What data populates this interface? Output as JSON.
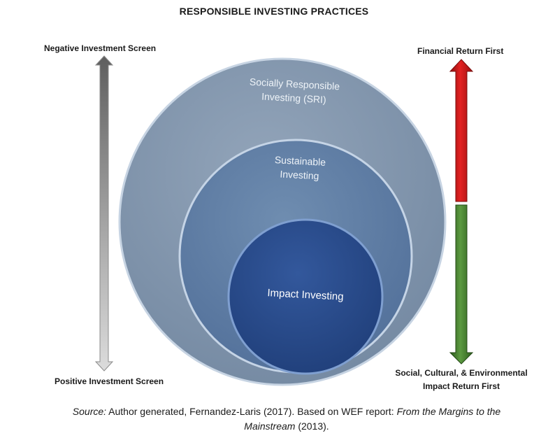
{
  "title": "RESPONSIBLE INVESTING PRACTICES",
  "left_scale": {
    "top_label": "Negative Investment Screen",
    "bottom_label": "Positive Investment Screen"
  },
  "right_scale": {
    "top_label": "Financial Return First",
    "bottom_label_line1": "Social, Cultural, & Environmental",
    "bottom_label_line2": "Impact Return First",
    "top_color": "#c81414",
    "bottom_color": "#3f7a2a"
  },
  "circles": {
    "outer": {
      "label_line1": "Socially Responsible",
      "label_line2": "Investing (SRI)",
      "color": "#8497ad"
    },
    "middle": {
      "label_line1": "Sustainable",
      "label_line2": "Investing",
      "color": "#5f7ea3"
    },
    "inner": {
      "label": "Impact Investing",
      "color": "#2b4c8c"
    }
  },
  "source": {
    "prefix": "Source:",
    "text1": " Author generated, Fernandez-Laris (2017). Based on WEF report: ",
    "report_title_part1": "From the Margins to the",
    "report_title_part2": "Mainstream",
    "text2": " (2013)."
  }
}
